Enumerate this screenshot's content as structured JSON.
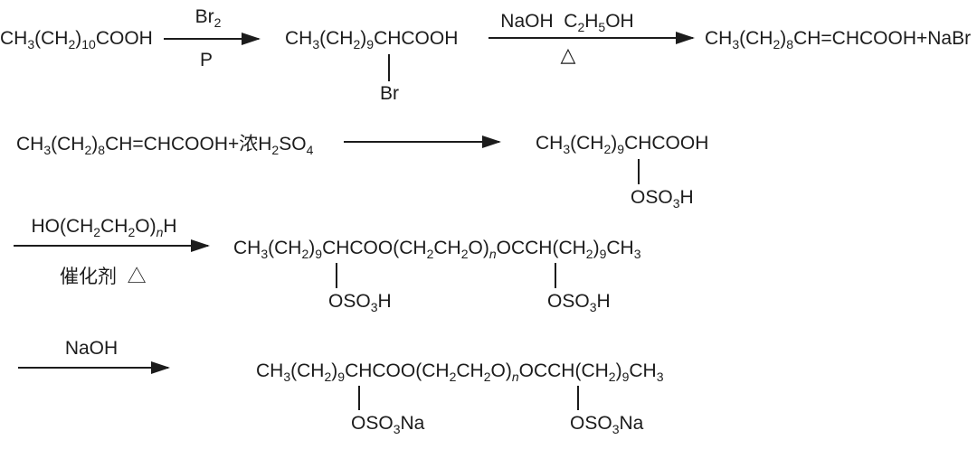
{
  "canvas": {
    "background": "#ffffff",
    "ink": "#1c1c1c"
  },
  "step1": {
    "reactant": [
      [
        "t",
        "CH"
      ],
      [
        "s",
        "3"
      ],
      [
        "t",
        "(CH"
      ],
      [
        "s",
        "2"
      ],
      [
        "t",
        ")"
      ],
      [
        "s",
        "10"
      ],
      [
        "t",
        "COOH"
      ]
    ],
    "arrow1_above": [
      [
        "t",
        "Br"
      ],
      [
        "s",
        "2"
      ]
    ],
    "arrow1_below": "P",
    "intermediate": [
      [
        "t",
        "CH"
      ],
      [
        "s",
        "3"
      ],
      [
        "t",
        "(CH"
      ],
      [
        "s",
        "2"
      ],
      [
        "t",
        ")"
      ],
      [
        "s",
        "9"
      ],
      [
        "t",
        "CHCOOH"
      ]
    ],
    "intermediate_substituent": "Br",
    "arrow2_above": [
      [
        "t",
        "NaOH  C"
      ],
      [
        "s",
        "2"
      ],
      [
        "t",
        "H"
      ],
      [
        "s",
        "5"
      ],
      [
        "t",
        "OH"
      ]
    ],
    "arrow2_below": "△",
    "product": [
      [
        "t",
        "CH"
      ],
      [
        "s",
        "3"
      ],
      [
        "t",
        "(CH"
      ],
      [
        "s",
        "2"
      ],
      [
        "t",
        ")"
      ],
      [
        "s",
        "8"
      ],
      [
        "t",
        "CH=CHCOOH+NaBr"
      ]
    ]
  },
  "step2": {
    "reactant": [
      [
        "t",
        "CH"
      ],
      [
        "s",
        "3"
      ],
      [
        "t",
        "(CH"
      ],
      [
        "s",
        "2"
      ],
      [
        "t",
        ")"
      ],
      [
        "s",
        "8"
      ],
      [
        "t",
        "CH=CHCOOH+浓H"
      ],
      [
        "s",
        "2"
      ],
      [
        "t",
        "SO"
      ],
      [
        "s",
        "4"
      ]
    ],
    "product": [
      [
        "t",
        "CH"
      ],
      [
        "s",
        "3"
      ],
      [
        "t",
        "(CH"
      ],
      [
        "s",
        "2"
      ],
      [
        "t",
        ")"
      ],
      [
        "s",
        "9"
      ],
      [
        "t",
        "CHCOOH"
      ]
    ],
    "product_substituent": [
      [
        "t",
        "OSO"
      ],
      [
        "s",
        "3"
      ],
      [
        "t",
        "H"
      ]
    ]
  },
  "step3": {
    "arrow_above": [
      [
        "t",
        "HO(CH"
      ],
      [
        "s",
        "2"
      ],
      [
        "t",
        "CH"
      ],
      [
        "s",
        "2"
      ],
      [
        "t",
        "O)"
      ],
      [
        "si",
        "n"
      ],
      [
        "t",
        "H"
      ]
    ],
    "arrow_below": "催化剂  △",
    "product": [
      [
        "t",
        "CH"
      ],
      [
        "s",
        "3"
      ],
      [
        "t",
        "(CH"
      ],
      [
        "s",
        "2"
      ],
      [
        "t",
        ")"
      ],
      [
        "s",
        "9"
      ],
      [
        "t",
        "CHCOO(CH"
      ],
      [
        "s",
        "2"
      ],
      [
        "t",
        "CH"
      ],
      [
        "s",
        "2"
      ],
      [
        "t",
        "O)"
      ],
      [
        "si",
        "n"
      ],
      [
        "t",
        "OCCH(CH"
      ],
      [
        "s",
        "2"
      ],
      [
        "t",
        ")"
      ],
      [
        "s",
        "9"
      ],
      [
        "t",
        "CH"
      ],
      [
        "s",
        "3"
      ]
    ],
    "substituent1": [
      [
        "t",
        "OSO"
      ],
      [
        "s",
        "3"
      ],
      [
        "t",
        "H"
      ]
    ],
    "substituent2": [
      [
        "t",
        "OSO"
      ],
      [
        "s",
        "3"
      ],
      [
        "t",
        "H"
      ]
    ]
  },
  "step4": {
    "arrow_above": "NaOH",
    "product": [
      [
        "t",
        "CH"
      ],
      [
        "s",
        "3"
      ],
      [
        "t",
        "(CH"
      ],
      [
        "s",
        "2"
      ],
      [
        "t",
        ")"
      ],
      [
        "s",
        "9"
      ],
      [
        "t",
        "CHCOO(CH"
      ],
      [
        "s",
        "2"
      ],
      [
        "t",
        "CH"
      ],
      [
        "s",
        "2"
      ],
      [
        "t",
        "O)"
      ],
      [
        "si",
        "n"
      ],
      [
        "t",
        "OCCH(CH"
      ],
      [
        "s",
        "2"
      ],
      [
        "t",
        ")"
      ],
      [
        "s",
        "9"
      ],
      [
        "t",
        "CH"
      ],
      [
        "s",
        "3"
      ]
    ],
    "substituent1": [
      [
        "t",
        "OSO"
      ],
      [
        "s",
        "3"
      ],
      [
        "t",
        "Na"
      ]
    ],
    "substituent2": [
      [
        "t",
        "OSO"
      ],
      [
        "s",
        "3"
      ],
      [
        "t",
        "Na"
      ]
    ]
  }
}
